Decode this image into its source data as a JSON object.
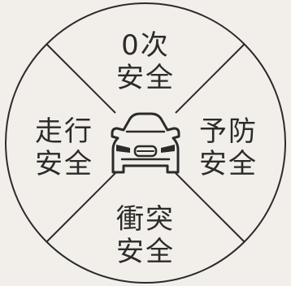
{
  "segments": {
    "top": {
      "line1": "0次",
      "line2": "安全"
    },
    "left": {
      "line1": "走行",
      "line2": "安全"
    },
    "right": {
      "line1": "予防",
      "line2": "安全"
    },
    "bottom": {
      "line1": "衝突",
      "line2": "安全"
    }
  },
  "center_icon": "car-front-icon",
  "colors": {
    "background": "#f2efea",
    "stroke": "#2b2b2b",
    "text": "#2b2b2b"
  }
}
